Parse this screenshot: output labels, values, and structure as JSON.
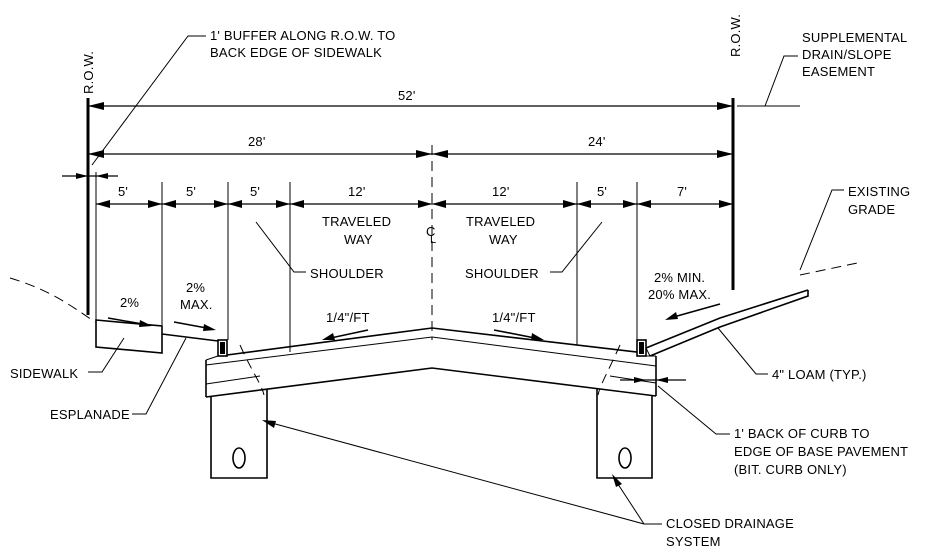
{
  "labels": {
    "row_left": "R.O.W.",
    "row_right": "R.O.W.",
    "buffer_note_1": "1' BUFFER ALONG R.O.W. TO",
    "buffer_note_2": "BACK EDGE OF SIDEWALK",
    "supplemental_1": "SUPPLEMENTAL",
    "supplemental_2": "DRAIN/SLOPE",
    "supplemental_3": "EASEMENT",
    "existing_1": "EXISTING",
    "existing_2": "GRADE",
    "traveled_left_1": "TRAVELED",
    "traveled_left_2": "WAY",
    "traveled_right_1": "TRAVELED",
    "traveled_right_2": "WAY",
    "centerline": "C",
    "centerline_l": "L",
    "shoulder_left": "SHOULDER",
    "shoulder_right": "SHOULDER",
    "slope_sidewalk": "2%",
    "slope_esplanade_1": "2%",
    "slope_esplanade_2": "MAX.",
    "slope_road_left": "1/4\"/FT",
    "slope_road_right": "1/4\"/FT",
    "slope_side_1": "2% MIN.",
    "slope_side_2": "20% MAX.",
    "sidewalk": "SIDEWALK",
    "esplanade": "ESPLANADE",
    "loam": "4\" LOAM (TYP.)",
    "curb_note_1": "1' BACK OF CURB TO",
    "curb_note_2": "EDGE OF BASE PAVEMENT",
    "curb_note_3": "(BIT. CURB ONLY)",
    "drainage_1": "CLOSED DRAINAGE",
    "drainage_2": "SYSTEM"
  },
  "dimensions": {
    "total": "52'",
    "left_half": "28'",
    "right_half": "24'",
    "segments": [
      "5'",
      "5'",
      "5'",
      "12'",
      "12'",
      "5'",
      "7'"
    ]
  }
}
